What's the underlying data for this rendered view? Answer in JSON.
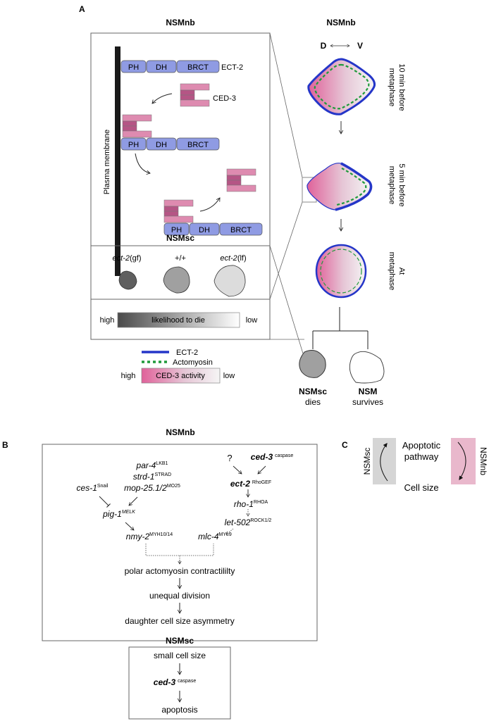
{
  "panel_labels": {
    "a": "A",
    "b": "B",
    "c": "C"
  },
  "colors": {
    "ect2": "#2536c8",
    "actomyosin": "#1f9a3a",
    "domain_fill": "#8f9be3",
    "ced3_light": "#de8bb0",
    "ced3_dark": "#b55585",
    "ced3_high": "#e0629a",
    "membrane": "#1a1a1a",
    "nsmsc_pink_bg": "#e9b8cc",
    "nsmsc_gray_bg": "#d5d5d5"
  },
  "panel_a": {
    "left_title": "NSMnb",
    "membrane_label": "Plasma membrane",
    "domains": [
      "PH",
      "DH",
      "BRCT"
    ],
    "ect2_label": "ECT-2",
    "ced3_label": "CED-3",
    "right_title": "NSMnb",
    "axis_d": "D",
    "axis_v": "V",
    "stages": [
      {
        "line1": "10 min before",
        "line2": "metaphase"
      },
      {
        "line1": "5 min before",
        "line2": "metaphase"
      },
      {
        "line1": "At",
        "line2": "metaphase"
      }
    ],
    "nsmsc_title": "NSMsc",
    "genotypes": [
      {
        "gene": "ect-2",
        "allele": "(gf)",
        "fill": "#5f5f5f"
      },
      {
        "gene": "",
        "allele": "+/+",
        "fill": "#a0a0a0"
      },
      {
        "gene": "ect-2",
        "allele": "(lf)",
        "fill": "#dcdcdc"
      }
    ],
    "likelihood_bar": {
      "high": "high",
      "label": "likelihood to die",
      "low": "low"
    },
    "legend": {
      "ect2": "ECT-2",
      "actomyosin": "Actomyosin",
      "ced3_high": "high",
      "ced3_label": "CED-3 activity",
      "ced3_low": "low"
    },
    "daughters": [
      {
        "name": "NSMsc",
        "fate": "dies"
      },
      {
        "name": "NSM",
        "fate": "survives"
      }
    ]
  },
  "panel_b": {
    "title": "NSMnb",
    "nodes": {
      "par4": {
        "gene": "par-4",
        "sup": "LKB1"
      },
      "strd1": {
        "gene": "strd-1",
        "sup": "STRAD"
      },
      "mop25": {
        "gene": "mop-25.1/2",
        "sup": "MO25"
      },
      "ces1": {
        "gene": "ces-1",
        "sup": "Snail"
      },
      "pig1": {
        "gene": "pig-1",
        "sup": "MELK"
      },
      "nmy2": {
        "gene": "nmy-2",
        "sup": "MYH10/14"
      },
      "question": "?",
      "ced3": {
        "gene": "ced-3",
        "sup": "caspase"
      },
      "ect2": {
        "gene": "ect-2",
        "sup": "RhoGEF"
      },
      "rho1": {
        "gene": "rho-1",
        "sup": "RHOA"
      },
      "let502": {
        "gene": "let-502",
        "sup": "ROCK1/2"
      },
      "mlc4": {
        "gene": "mlc-4",
        "sup": "MYL9"
      }
    },
    "outcomes": [
      "polar actomyosin contractililty",
      "unequal division",
      "daughter cell size asymmetry"
    ],
    "nsmsc_title": "NSMsc",
    "nsmsc_steps": {
      "step1": "small cell size",
      "ced3": {
        "gene": "ced-3",
        "sup": "caspase"
      },
      "step3": "apoptosis"
    }
  },
  "panel_c": {
    "top": [
      "Apoptotic",
      "pathway"
    ],
    "bottom": "Cell size",
    "left_label": "NSMsc",
    "right_label": "NSMnb"
  }
}
